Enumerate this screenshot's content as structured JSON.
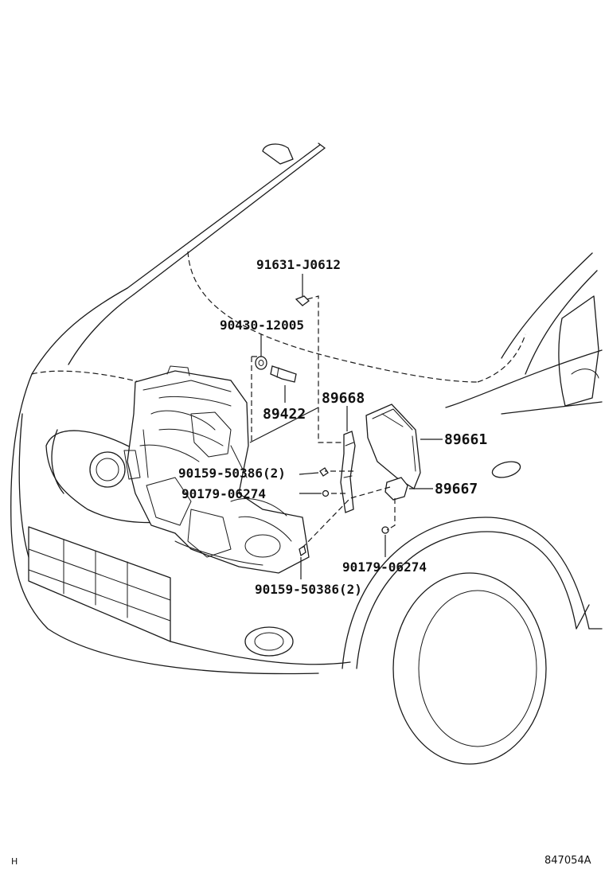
{
  "labels": {
    "p91631": "91631-J0612",
    "p90430": "90430-12005",
    "p89668": "89668",
    "p89422": "89422",
    "p89661": "89661",
    "p90159a": "90159-50386(2)",
    "p90179a": "90179-06274",
    "p89667": "89667",
    "p90179b": "90179-06274",
    "p90159b": "90159-50386(2)"
  },
  "corner": {
    "left_code": "H",
    "figure_code": "847054A"
  }
}
